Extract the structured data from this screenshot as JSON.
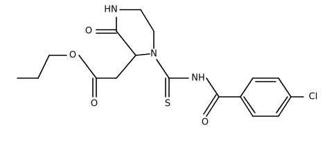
{
  "molecule": {
    "atoms": {
      "nh_ring": "HN",
      "o_ketone": "O",
      "n_ring": "N",
      "s_thio": "S",
      "nh_amide": "NH",
      "o_amide": "O",
      "cl": "Cl",
      "o_ester_single": "O",
      "o_ester_carbonyl": "O"
    }
  }
}
